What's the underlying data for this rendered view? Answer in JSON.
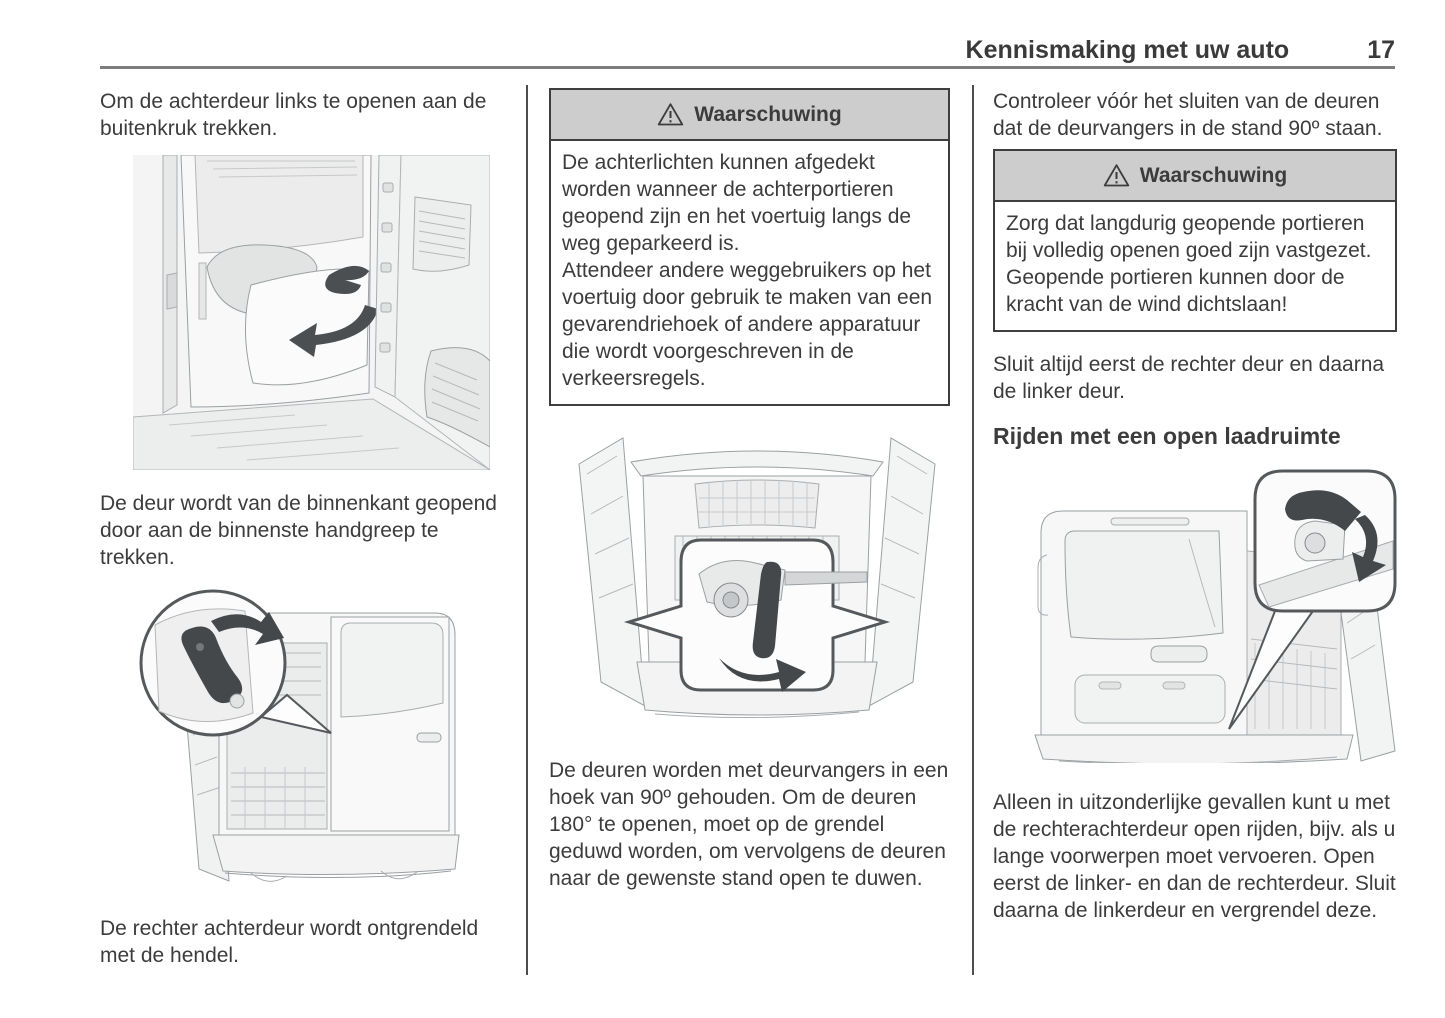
{
  "page": {
    "title": "Kennismaking met uw auto",
    "page_number": "17"
  },
  "left_column": {
    "para_open_outside": "Om de achterdeur links te openen aan de buitenkruk trekken.",
    "para_open_inside": "De deur wordt van de binnenkant geopend door aan de binnenste handgreep te trekken.",
    "para_unlock_right": "De rechter achterdeur wordt ontgrendeld met de hendel."
  },
  "middle_column": {
    "warning_title": "Waarschuwing",
    "warning_body": "De achterlichten kunnen afgedekt worden wanneer de achterportieren geopend zijn en het voertuig langs de weg geparkeerd is.\nAttendeer andere weggebruikers op het voertuig door gebruik te maken van een gevarendriehoek of andere apparatuur die wordt voorgeschreven in de verkeersregels.",
    "para_door_stops": "De deuren worden met deurvangers in een hoek van 90º gehouden. Om de deuren 180° te openen, moet op de grendel geduwd worden, om vervolgens de deuren naar de gewenste stand open te duwen."
  },
  "right_column": {
    "para_check": "Controleer vóór het sluiten van de deuren dat de deurvangers in de stand 90º staan.",
    "warning_title": "Waarschuwing",
    "warning_body": "Zorg dat langdurig geopende portieren bij volledig openen goed zijn vastgezet. Geopende portieren kunnen door de kracht van de wind dichtslaan!",
    "para_close_order": "Sluit altijd eerst de rechter deur en daarna de linker deur.",
    "section_heading": "Rijden met een open laadruimte",
    "para_open_cargo": "Alleen in uitzonderlijke gevallen kunt u met de rechterachterdeur open rijden, bijv. als u lange voorwerpen moet vervoeren. Open eerst de linker- en dan de rechterdeur. Sluit daarna de linkerdeur en vergrendel deze."
  },
  "colors": {
    "text": "#3c3c3c",
    "warning_header_bg": "#cdcdcd",
    "header_rule": "#7d7d7d"
  }
}
